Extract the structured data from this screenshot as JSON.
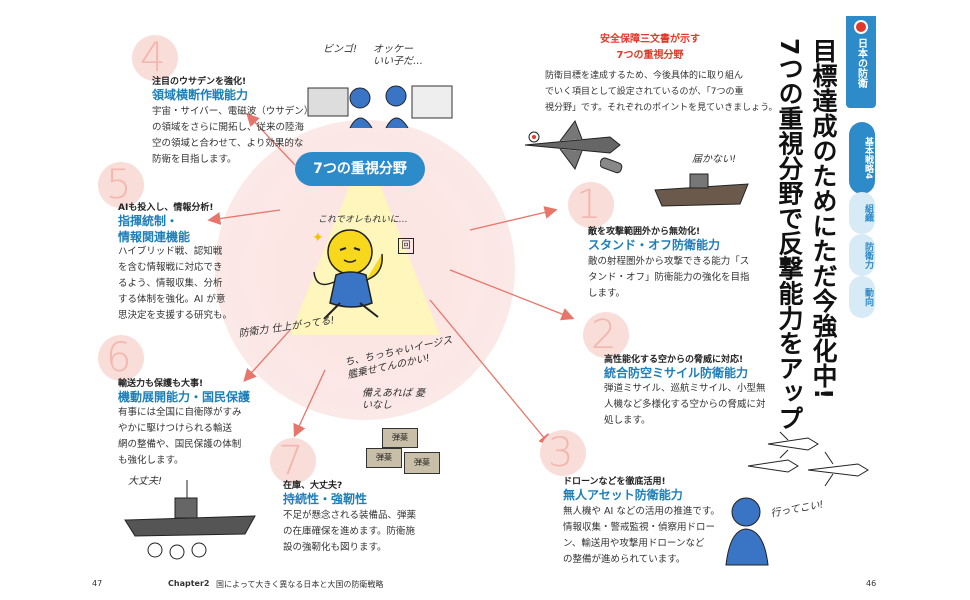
{
  "side_tab": {
    "section": "日本の防衛",
    "items": [
      "基本戦略4",
      "組織",
      "防衛力",
      "動向"
    ]
  },
  "heading": {
    "vertical": [
      "目標達成のためにただ今強化中!",
      "7つの重視分野で反撃能力をアップ"
    ]
  },
  "intro": {
    "title_line1": "安全保障三文書が示す",
    "title_line2": "7つの重視分野",
    "text": [
      "防衛目標を達成するため、今後具体的に取り組ん",
      "でいく項目として設定されているのが、「7つの重",
      "視分野」です。それぞれのポイントを見ていきましょう。"
    ]
  },
  "center": {
    "label": "7つの重視分野",
    "speech": "これでオレもれいに…",
    "chip": "回"
  },
  "fields": [
    {
      "num": "1",
      "lead": "敵を攻撃範囲外から無効化!",
      "title": [
        "スタンド・オフ防衛能力"
      ],
      "text": [
        "敵の射程圏外から攻撃できる能力「ス",
        "タンド・オフ」防衛能力の強化を目指",
        "します。"
      ]
    },
    {
      "num": "2",
      "lead": "高性能化する空からの脅威に対応!",
      "title": [
        "統合防空ミサイル防衛能力"
      ],
      "text": [
        "弾道ミサイル、巡航ミサイル、小型無",
        "人機など多様化する空からの脅威に対",
        "処します。"
      ]
    },
    {
      "num": "3",
      "lead": "ドローンなどを徹底活用!",
      "title": [
        "無人アセット防衛能力"
      ],
      "text": [
        "無人機や AI などの活用の推進です。",
        "情報収集・警戒監視・偵察用ドロー",
        "ン、輸送用や攻撃用ドローンなど",
        "の整備が進められています。"
      ]
    },
    {
      "num": "4",
      "lead": "注目のウサデンを強化!",
      "title": [
        "領域横断作戦能力"
      ],
      "text": [
        "宇宙・サイバー、電磁波（ウサデン）",
        "の領域をさらに開拓し、従来の陸海",
        "空の領域と合わせて、より効果的な",
        "防衛を目指します。"
      ]
    },
    {
      "num": "5",
      "lead": "AIも投入し、情報分析!",
      "title": [
        "指揮統制・",
        "情報関連機能"
      ],
      "text": [
        "ハイブリッド戦、認知戦",
        "を含む情報戦に対応でき",
        "るよう、情報収集、分析",
        "する体制を強化。AI が意",
        "思決定を支援する研究も。"
      ]
    },
    {
      "num": "6",
      "lead": "輸送力も保護も大事!",
      "title": [
        "機動展開能力・国民保護"
      ],
      "text": [
        "有事には全国に自衛隊がすみ",
        "やかに駆けつけられる輸送",
        "網の整備や、国民保護の体制",
        "も強化します。"
      ]
    },
    {
      "num": "7",
      "lead": "在庫、大丈夫?",
      "title": [
        "持続性・強靭性"
      ],
      "text": [
        "不足が懸念される装備品、弾薬",
        "の在庫確保を進めます。防衛施",
        "設の強靭化も図ります。"
      ]
    }
  ],
  "handwriting": {
    "bing": "ビンゴ!",
    "okay": "オッケー いい子だ…",
    "todokanai": "届かない!",
    "boei": "防衛力 仕上がってる!",
    "image": "ち、ちっちゃいイージス艦乗せてんのかい!",
    "sonae": "備えあれば 憂いなし",
    "daijobu": "大丈夫!",
    "ittekoi": "行ってこい!"
  },
  "crates": [
    "弾薬",
    "弾薬",
    "弾薬"
  ],
  "footer": {
    "left_page": "47",
    "chapter": "Chapter2",
    "chapter_title": "国によって大きく異なる日本と大国の防衛戦略",
    "right_page": "46"
  },
  "colors": {
    "accent_blue": "#1e7fb8",
    "center_blue": "#2d8bc9",
    "number_pink": "#f4b7b0",
    "intro_red": "#e0392b",
    "arrow_red": "#e8756a"
  }
}
